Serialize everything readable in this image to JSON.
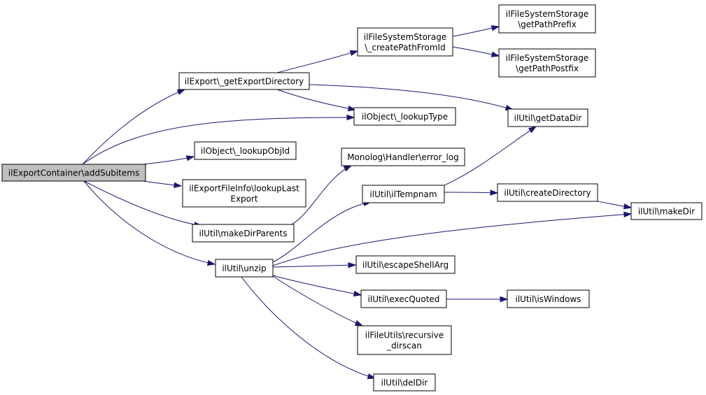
{
  "graph": {
    "edge_color": "#191970",
    "root_fill": "#bfbfbf",
    "node_fill": "#ffffff",
    "nodes": [
      {
        "id": "root",
        "lines": [
          "ilExportContainer\\addSubitems"
        ],
        "root": true
      },
      {
        "id": "getExportDirectory",
        "lines": [
          "ilExport\\_getExportDirectory"
        ]
      },
      {
        "id": "createPathFromId",
        "lines": [
          "ilFileSystemStorage",
          "\\_createPathFromId"
        ]
      },
      {
        "id": "getPathPrefix",
        "lines": [
          "ilFileSystemStorage",
          "\\getPathPrefix"
        ]
      },
      {
        "id": "getPathPostfix",
        "lines": [
          "ilFileSystemStorage",
          "\\getPathPostfix"
        ]
      },
      {
        "id": "lookupType",
        "lines": [
          "ilObject\\_lookupType"
        ]
      },
      {
        "id": "getDataDir",
        "lines": [
          "ilUtil\\getDataDir"
        ]
      },
      {
        "id": "lookupObjId",
        "lines": [
          "ilObject\\_lookupObjId"
        ]
      },
      {
        "id": "errorLog",
        "lines": [
          "Monolog\\Handler\\error_log"
        ]
      },
      {
        "id": "lookupLastExport",
        "lines": [
          "ilExportFileInfo\\lookupLast",
          "Export"
        ]
      },
      {
        "id": "ilTempnam",
        "lines": [
          "ilUtil\\ilTempnam"
        ]
      },
      {
        "id": "createDirectory",
        "lines": [
          "ilUtil\\createDirectory"
        ]
      },
      {
        "id": "makeDir",
        "lines": [
          "ilUtil\\makeDir"
        ]
      },
      {
        "id": "makeDirParents",
        "lines": [
          "ilUtil\\makeDirParents"
        ]
      },
      {
        "id": "unzip",
        "lines": [
          "ilUtil\\unzip"
        ]
      },
      {
        "id": "escapeShellArg",
        "lines": [
          "ilUtil\\escapeShellArg"
        ]
      },
      {
        "id": "execQuoted",
        "lines": [
          "ilUtil\\execQuoted"
        ]
      },
      {
        "id": "isWindows",
        "lines": [
          "ilUtil\\isWindows"
        ]
      },
      {
        "id": "recursiveDirscan",
        "lines": [
          "ilFileUtils\\recursive",
          "_dirscan"
        ]
      },
      {
        "id": "delDir",
        "lines": [
          "ilUtil\\delDir"
        ]
      }
    ],
    "edges": [
      {
        "from": "root",
        "to": "getExportDirectory"
      },
      {
        "from": "root",
        "to": "lookupType"
      },
      {
        "from": "root",
        "to": "lookupObjId"
      },
      {
        "from": "root",
        "to": "lookupLastExport"
      },
      {
        "from": "root",
        "to": "makeDirParents"
      },
      {
        "from": "root",
        "to": "unzip"
      },
      {
        "from": "getExportDirectory",
        "to": "createPathFromId"
      },
      {
        "from": "getExportDirectory",
        "to": "lookupType"
      },
      {
        "from": "getExportDirectory",
        "to": "getDataDir"
      },
      {
        "from": "createPathFromId",
        "to": "getPathPrefix"
      },
      {
        "from": "createPathFromId",
        "to": "getPathPostfix"
      },
      {
        "from": "makeDirParents",
        "to": "errorLog"
      },
      {
        "from": "unzip",
        "to": "ilTempnam"
      },
      {
        "from": "unzip",
        "to": "makeDir"
      },
      {
        "from": "unzip",
        "to": "escapeShellArg"
      },
      {
        "from": "unzip",
        "to": "execQuoted"
      },
      {
        "from": "unzip",
        "to": "recursiveDirscan"
      },
      {
        "from": "unzip",
        "to": "delDir"
      },
      {
        "from": "ilTempnam",
        "to": "getDataDir"
      },
      {
        "from": "ilTempnam",
        "to": "createDirectory"
      },
      {
        "from": "createDirectory",
        "to": "makeDir"
      },
      {
        "from": "execQuoted",
        "to": "isWindows"
      }
    ]
  }
}
